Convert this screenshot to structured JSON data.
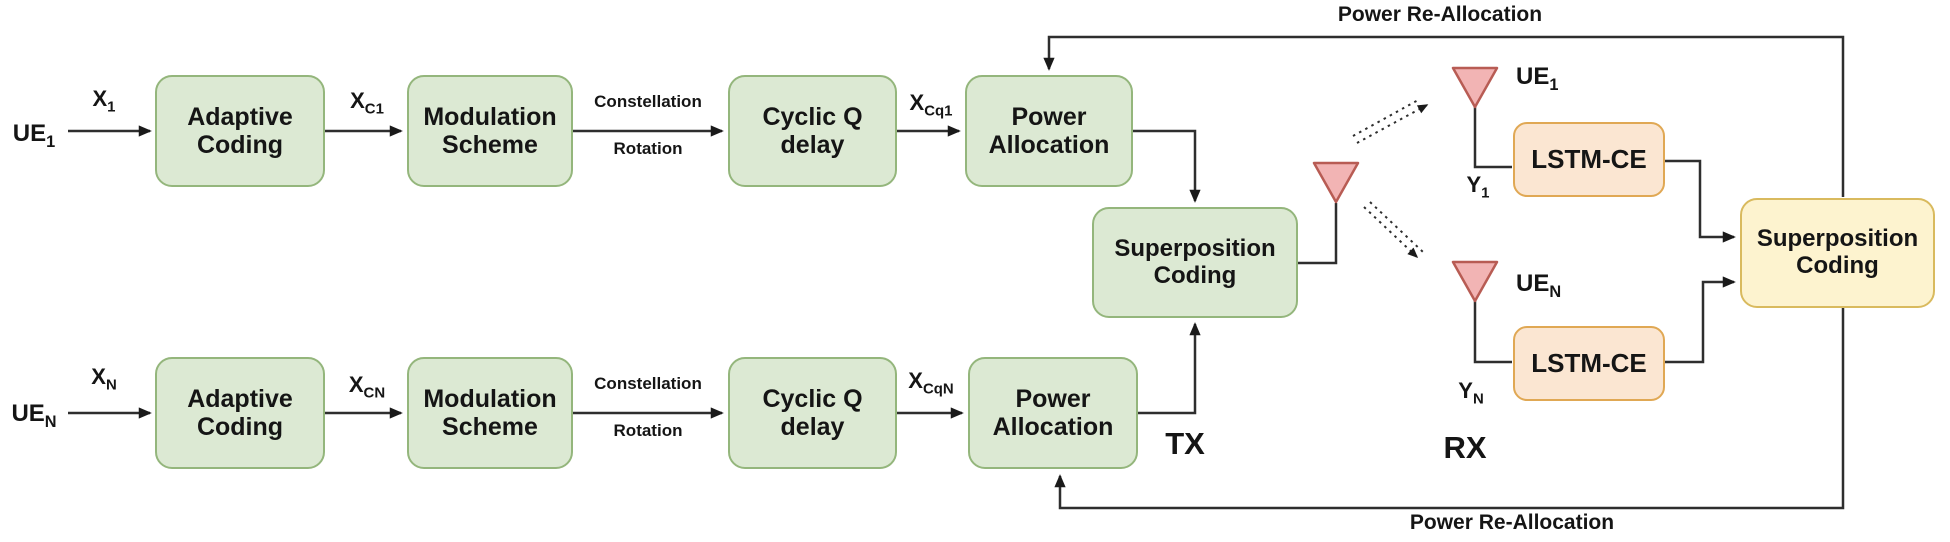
{
  "diagram": {
    "feedback_top_label": "Power Re-Allocation",
    "feedback_bottom_label": "Power Re-Allocation",
    "tx_region_label": "TX",
    "rx_region_label": "RX",
    "chains": [
      {
        "ue": {
          "main": "UE",
          "sub": "1"
        },
        "input_signal": {
          "main": "X",
          "sub": "1"
        },
        "coded_signal": {
          "main": "X",
          "sub": "C1"
        },
        "delayed_signal": {
          "main": "X",
          "sub": "Cq1"
        },
        "blocks": {
          "adaptive": "Adaptive Coding",
          "modulation": "Modulation Scheme",
          "cyclic": "Cyclic Q delay",
          "power": "Power Allocation"
        },
        "rotation_link": {
          "line1": "Constellation",
          "line2": "Rotation"
        }
      },
      {
        "ue": {
          "main": "UE",
          "sub": "N"
        },
        "input_signal": {
          "main": "X",
          "sub": "N"
        },
        "coded_signal": {
          "main": "X",
          "sub": "CN"
        },
        "delayed_signal": {
          "main": "X",
          "sub": "CqN"
        },
        "blocks": {
          "adaptive": "Adaptive Coding",
          "modulation": "Modulation Scheme",
          "cyclic": "Cyclic Q delay",
          "power": "Power Allocation"
        },
        "rotation_link": {
          "line1": "Constellation",
          "line2": "Rotation"
        }
      }
    ],
    "superposition_tx_label": "Superposition Coding",
    "superposition_rx_label": "Superposition Coding",
    "receivers": [
      {
        "ue": {
          "main": "UE",
          "sub": "1"
        },
        "received_signal": {
          "main": "Y",
          "sub": "1"
        },
        "estimator": "LSTM-CE"
      },
      {
        "ue": {
          "main": "UE",
          "sub": "N"
        },
        "received_signal": {
          "main": "Y",
          "sub": "N"
        },
        "estimator": "LSTM-CE"
      }
    ],
    "icons": {
      "tx_antenna": "antenna-icon",
      "rx_antenna_ue1": "antenna-icon",
      "rx_antenna_uen": "antenna-icon",
      "wireless_links": "dashed-arrow-icon"
    },
    "colors": {
      "block_green_fill": "#dce9d3",
      "block_green_border": "#94b67c",
      "block_yellow_fill": "#fdf3cf",
      "block_yellow_border": "#d9ba5e",
      "block_peach_fill": "#fbe6d2",
      "block_peach_border": "#e0a854",
      "antenna_fill": "#f2b4b4",
      "antenna_border": "#b85c54",
      "line": "#2e2e2e"
    }
  }
}
